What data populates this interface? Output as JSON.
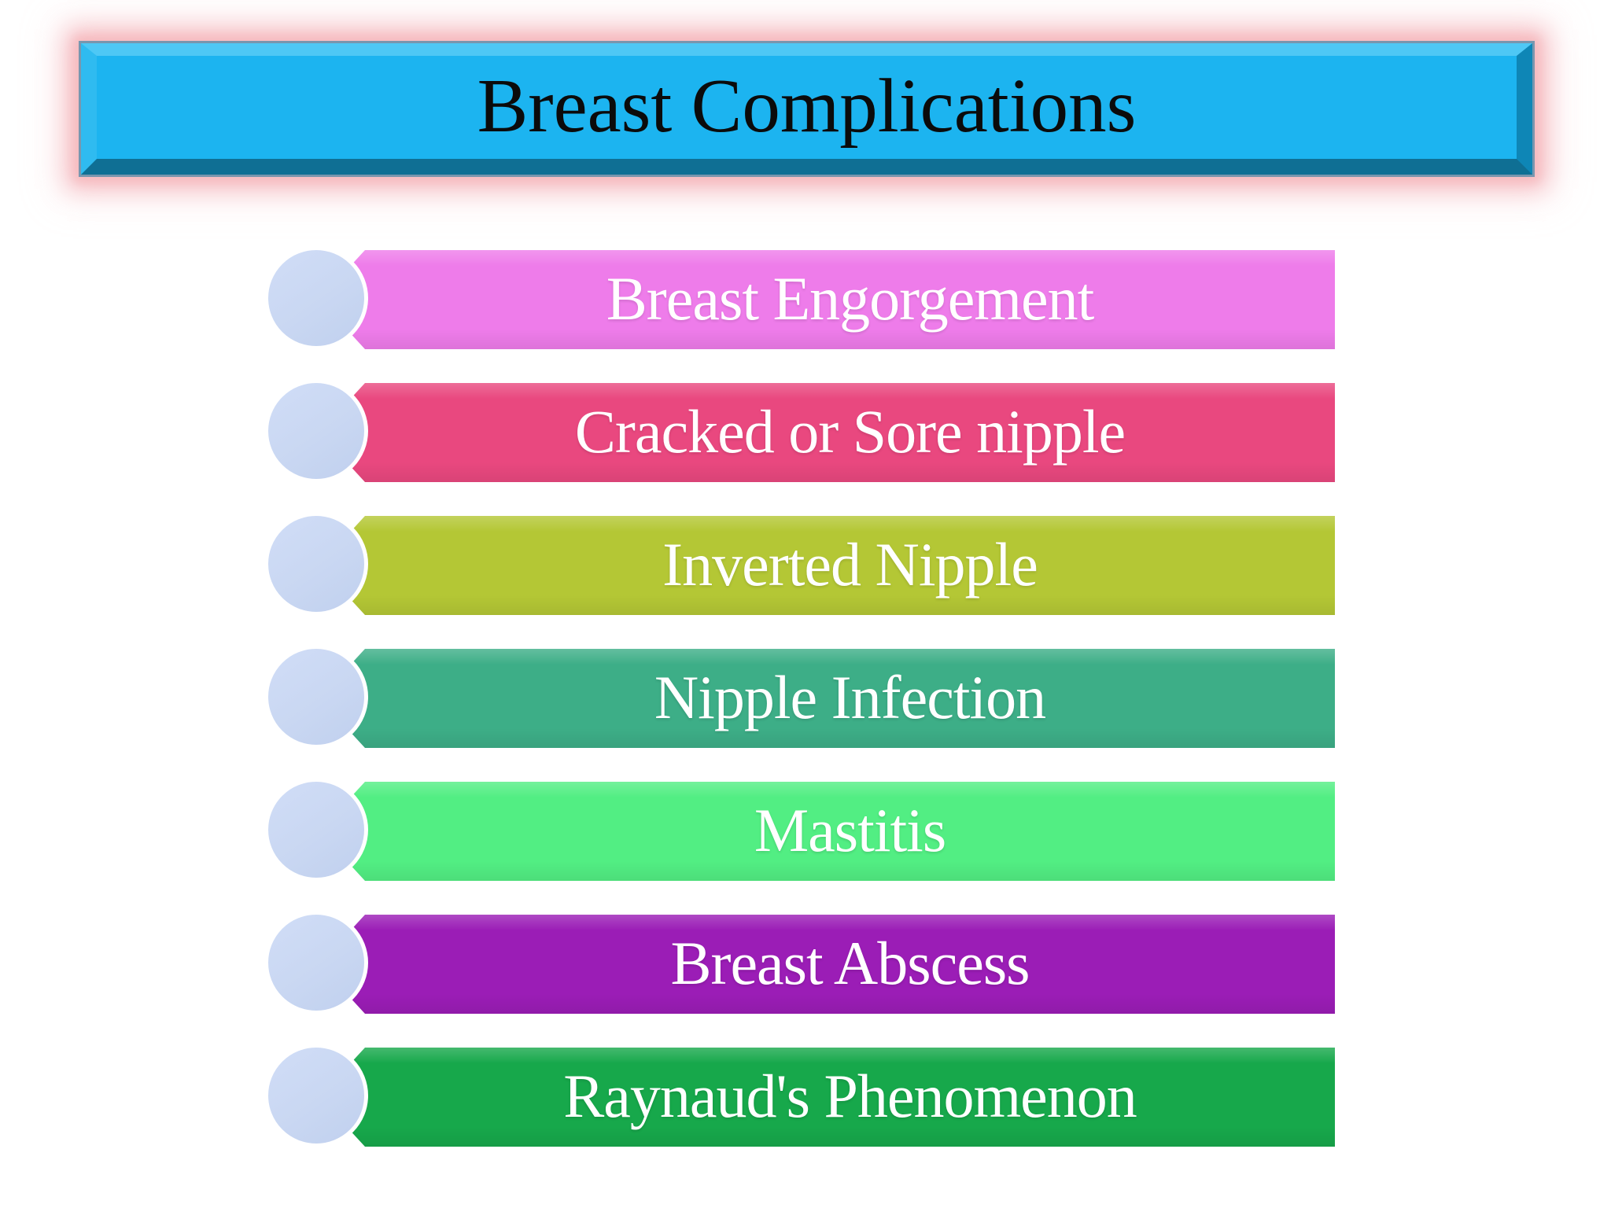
{
  "slide": {
    "title": {
      "text": "Breast Complications",
      "fill_color": "#1cb4f0",
      "glow_color": "#f3a9af",
      "text_color": "#0b0b0b"
    },
    "list": {
      "text_color": "#ffffff",
      "bullet_color": "#c9d7f2",
      "items": [
        {
          "label": "Breast Engorgement",
          "color": "#ee7cea"
        },
        {
          "label": "Cracked or Sore nipple",
          "color": "#e9487f"
        },
        {
          "label": "Inverted Nipple",
          "color": "#b4c735"
        },
        {
          "label": "Nipple Infection",
          "color": "#3dae87"
        },
        {
          "label": "Mastitis",
          "color": "#52ee83"
        },
        {
          "label": "Breast Abscess",
          "color": "#9b1db6"
        },
        {
          "label": "Raynaud's Phenomenon",
          "color": "#17a84b"
        }
      ]
    }
  }
}
